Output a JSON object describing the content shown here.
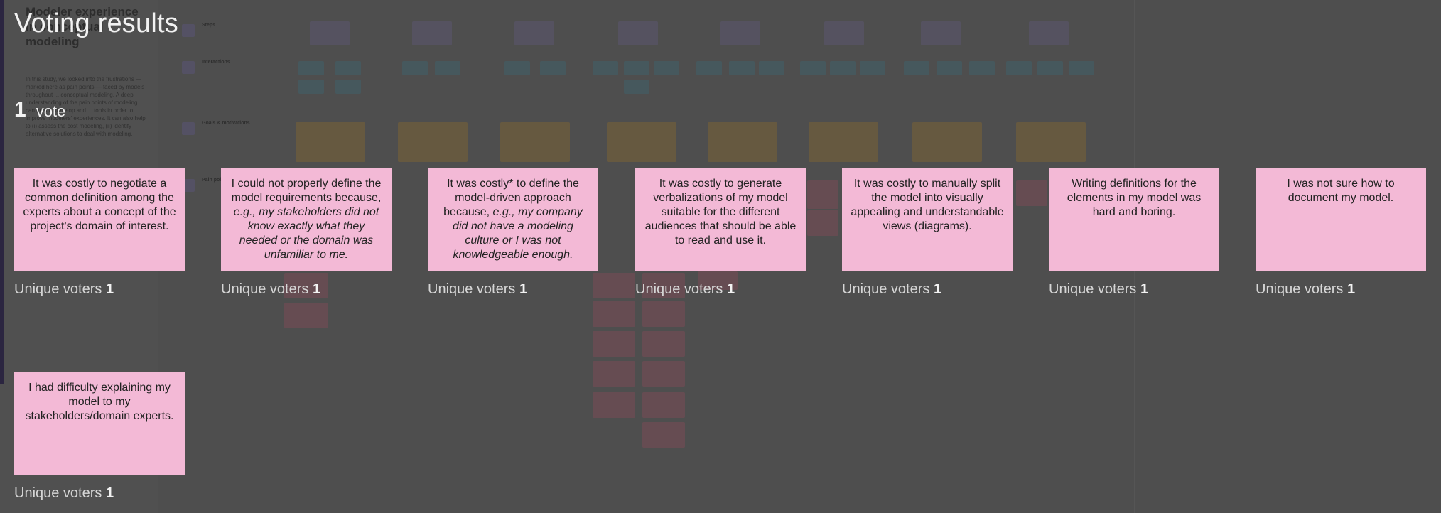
{
  "board": {
    "title": "Modeler experience in conceptual modeling",
    "intro": "In this study, we looked into the frustrations — marked here as pain points — faced by models throughout ... conceptual modeling. A deep understanding of the pain points of modeling can help to develop and ... tools in order to improve modelers' experiences. It can also help to (i) assess the cost modeling, (ii) identify alternative solutions to deal with modeling.",
    "row_labels": [
      "Steps",
      "Interactions",
      "Goals & motivations",
      "Pain points"
    ]
  },
  "overlay": {
    "title": "Voting results",
    "vote_count": "1",
    "vote_word": "vote",
    "voters_label": "Unique voters",
    "notes": [
      {
        "pre": "It was costly to negotiate a common definition among the experts about a concept of the project's domain of interest.",
        "em": "",
        "voters": "1"
      },
      {
        "pre": "I could not properly define the model requirements because, ",
        "em": "e.g., my stakeholders did not know exactly what they needed or the domain was unfamiliar to me.",
        "voters": "1"
      },
      {
        "pre": "It was costly* to define the model-driven approach because, ",
        "em": "e.g., my company did not have a modeling culture or I was not knowledgeable enough.",
        "voters": "1"
      },
      {
        "pre": "It was costly to generate verbalizations of my model suitable for the different audiences that should be able to read and use it.",
        "em": "",
        "voters": "1"
      },
      {
        "pre": "It was costly to manually split the model into visually appealing and understandable views (diagrams).",
        "em": "",
        "voters": "1"
      },
      {
        "pre": "Writing definitions for the elements in my model was hard and boring.",
        "em": "",
        "voters": "1"
      },
      {
        "pre": "I was not sure how to document my model.",
        "em": "",
        "voters": "1"
      },
      {
        "pre": "I had difficulty explaining my model to my stakeholders/domain experts.",
        "em": "",
        "voters": "1"
      }
    ]
  }
}
